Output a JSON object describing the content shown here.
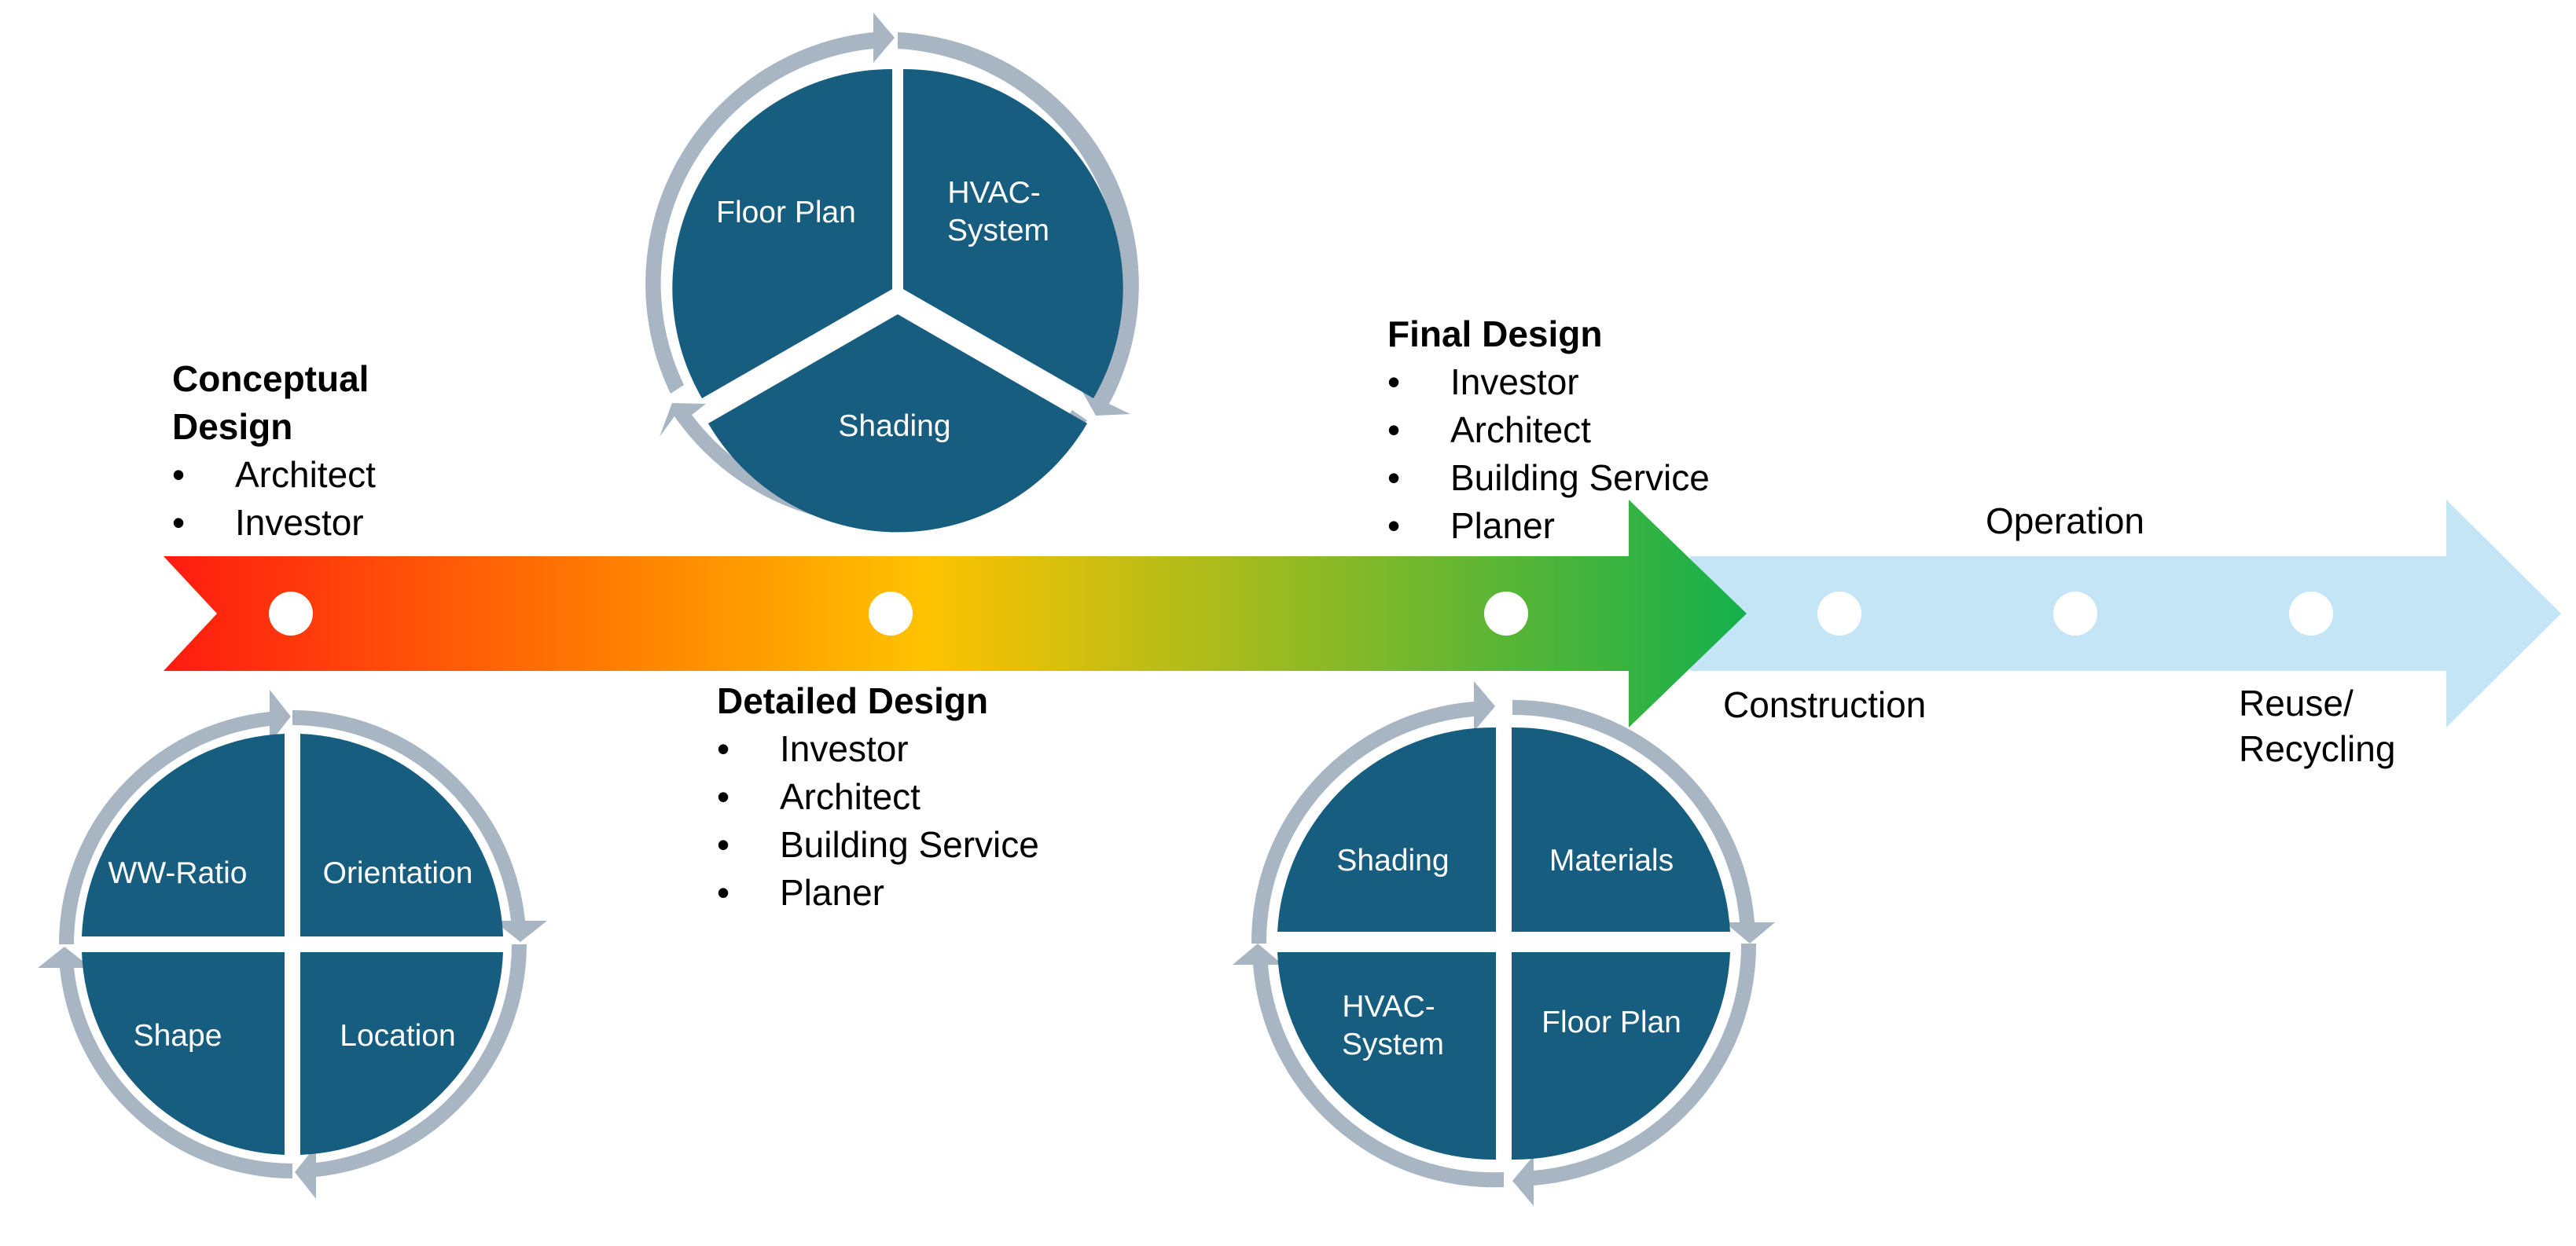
{
  "colors": {
    "segment_fill": "#175d7f",
    "cycle_arrow": "#a8b5c2",
    "dot": "#ffffff",
    "arrow_red": "#ff1b10",
    "arrow_orange": "#ff8a00",
    "arrow_yellow": "#ffc200",
    "arrow_green": "#14b04c",
    "operation_arrow": "#c3e5f5"
  },
  "phases": {
    "conceptual": {
      "title_line1": "Conceptual",
      "title_line2": "Design",
      "items": [
        "Architect",
        "Investor"
      ]
    },
    "detailed": {
      "title": "Detailed Design",
      "items": [
        "Investor",
        "Architect",
        "Building Service",
        "Planer"
      ]
    },
    "final": {
      "title": "Final Design",
      "items": [
        "Investor",
        "Architect",
        "Building Service",
        "Planer"
      ]
    },
    "construction": "Construction",
    "operation": "Operation",
    "reuse_line1": "Reuse/",
    "reuse_line2": "Recycling"
  },
  "cycles": {
    "conceptual": {
      "top_left": "WW-Ratio",
      "top_right": "Orientation",
      "bottom_left": "Shape",
      "bottom_right": "Location"
    },
    "detailed": {
      "top_left": "Floor Plan",
      "top_right_line1": "HVAC-",
      "top_right_line2": "System",
      "bottom": "Shading"
    },
    "final": {
      "top_left": "Shading",
      "top_right": "Materials",
      "bottom_left_line1": "HVAC-",
      "bottom_left_line2": "System",
      "bottom_right": "Floor Plan"
    }
  }
}
